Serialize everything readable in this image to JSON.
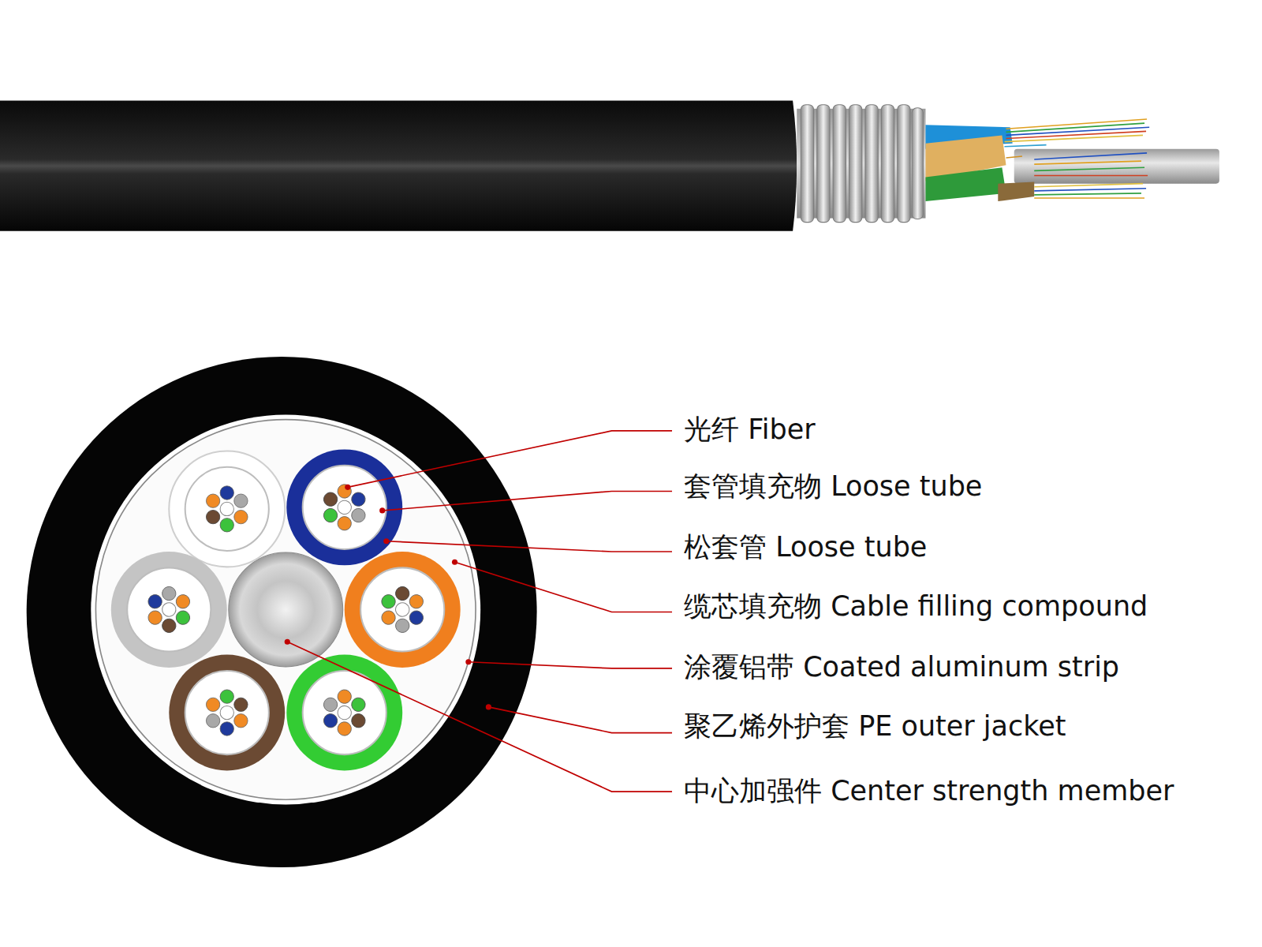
{
  "diagram": {
    "labels": [
      "光纤 Fiber",
      "套管填充物 Loose tube",
      "松套管 Loose tube",
      "缆芯填充物 Cable filling compound",
      "涂覆铝带 Coated aluminum strip",
      "聚乙烯外护套 PE outer jacket",
      "中心加强件 Center strength member"
    ]
  }
}
